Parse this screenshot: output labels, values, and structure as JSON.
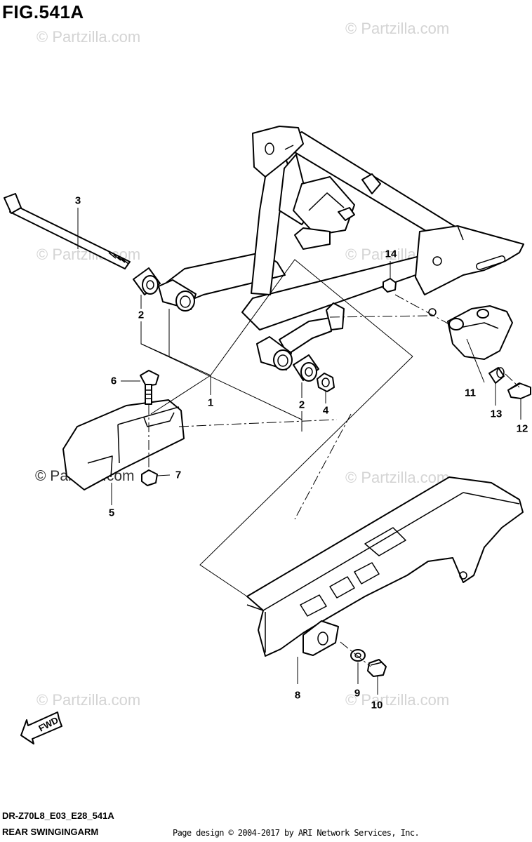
{
  "figure": {
    "title": "FIG.541A",
    "code": "DR-Z70L8_E03_E28_541A",
    "name": "REAR SWINGINGARM",
    "credit": "Page design © 2004-2017 by ARI Network Services, Inc.",
    "fwd_label": "FWD"
  },
  "watermark": {
    "text": "© Partzilla.com"
  },
  "callouts": [
    {
      "num": "1",
      "part": "swingarm"
    },
    {
      "num": "2",
      "part": "bushing-left"
    },
    {
      "num": "2",
      "part": "bushing-right"
    },
    {
      "num": "3",
      "part": "pivot-shaft"
    },
    {
      "num": "4",
      "part": "nut"
    },
    {
      "num": "5",
      "part": "chain-buffer"
    },
    {
      "num": "6",
      "part": "bolt"
    },
    {
      "num": "7",
      "part": "nut"
    },
    {
      "num": "8",
      "part": "chain-case"
    },
    {
      "num": "9",
      "part": "washer"
    },
    {
      "num": "10",
      "part": "bolt"
    },
    {
      "num": "11",
      "part": "chain-guide"
    },
    {
      "num": "12",
      "part": "bolt"
    },
    {
      "num": "13",
      "part": "spacer"
    },
    {
      "num": "14",
      "part": "nut"
    }
  ]
}
